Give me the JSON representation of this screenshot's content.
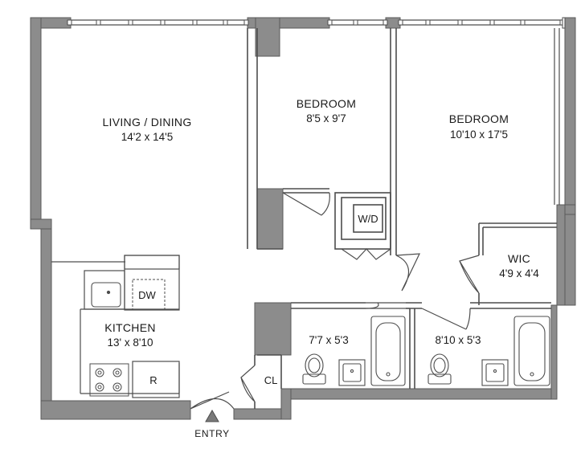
{
  "colors": {
    "wall": "#8c8c8c",
    "line": "#4d4d4d",
    "background": "#ffffff"
  },
  "rooms": {
    "living": {
      "name": "LIVING / DINING",
      "dims": "14'2 x 14'5"
    },
    "bedroom1": {
      "name": "BEDROOM",
      "dims": "8'5 x 9'7"
    },
    "bedroom2": {
      "name": "BEDROOM",
      "dims": "10'10 x 17'5"
    },
    "kitchen": {
      "name": "KITCHEN",
      "dims": "13' x 8'10"
    },
    "wic": {
      "name": "WIC",
      "dims": "4'9 x 4'4"
    },
    "bath1": {
      "dims": "7'7 x 5'3"
    },
    "bath2": {
      "dims": "8'10 x 5'3"
    },
    "washer_dryer": {
      "label": "W/D"
    },
    "closet": {
      "label": "CL"
    }
  },
  "fixtures": {
    "dishwasher": "DW",
    "refrigerator": "R"
  },
  "entry": {
    "label": "ENTRY"
  },
  "icons": [
    "entry-arrow-icon",
    "toilet-icon",
    "bathtub-icon",
    "sink-icon",
    "stove-icon",
    "window-icon"
  ]
}
